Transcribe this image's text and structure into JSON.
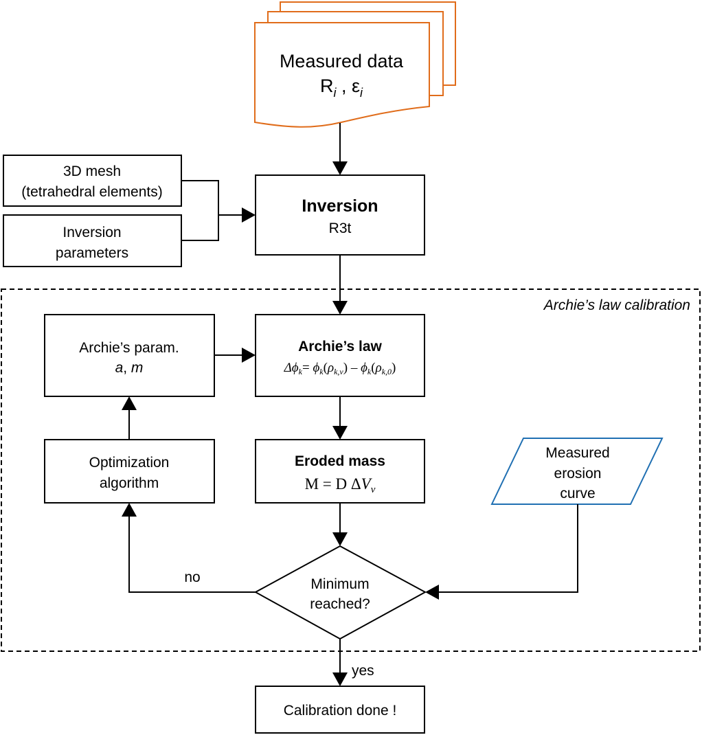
{
  "region": {
    "label": "Archie’s law calibration"
  },
  "nodes": {
    "measured_data": {
      "line1": "Measured data",
      "line2_r": "R",
      "line2_sep": " , ",
      "line2_eps": "ε",
      "subscript": "i",
      "color": "#e06c1a"
    },
    "mesh": {
      "line1": "3D mesh",
      "line2": "(tetrahedral elements)"
    },
    "inversion_params": {
      "line1": "Inversion",
      "line2": "parameters"
    },
    "inversion": {
      "title": "Inversion",
      "subtitle": "R3t"
    },
    "archie_param": {
      "line1": "Archie’s param.",
      "param_a": "a",
      "param_sep": ", ",
      "param_m": "m"
    },
    "archie_law": {
      "title": "Archie’s law",
      "formula": {
        "delta_phi": "Δϕ",
        "phi1": "ϕ",
        "rho1": "ρ",
        "phi2": "ϕ",
        "rho2": "ρ",
        "sub_k": "k",
        "sub_kv": "k,v",
        "sub_k0": "k,0",
        "equals": "= ",
        "minus": " – ",
        "open_paren": "(",
        "close_paren": ")"
      }
    },
    "eroded_mass": {
      "title": "Eroded mass",
      "formula_lhs": "M = D Δ",
      "formula_v": "V",
      "formula_sub": "v"
    },
    "optimization": {
      "line1": "Optimization",
      "line2": "algorithm"
    },
    "measured_erosion": {
      "line1": "Measured",
      "line2": "erosion",
      "line3": "curve",
      "color": "#1f6fb2"
    },
    "decision": {
      "line1": "Minimum",
      "line2": "reached?"
    },
    "done": {
      "label": "Calibration done !"
    }
  },
  "edges": {
    "no_label": "no",
    "yes_label": "yes"
  }
}
